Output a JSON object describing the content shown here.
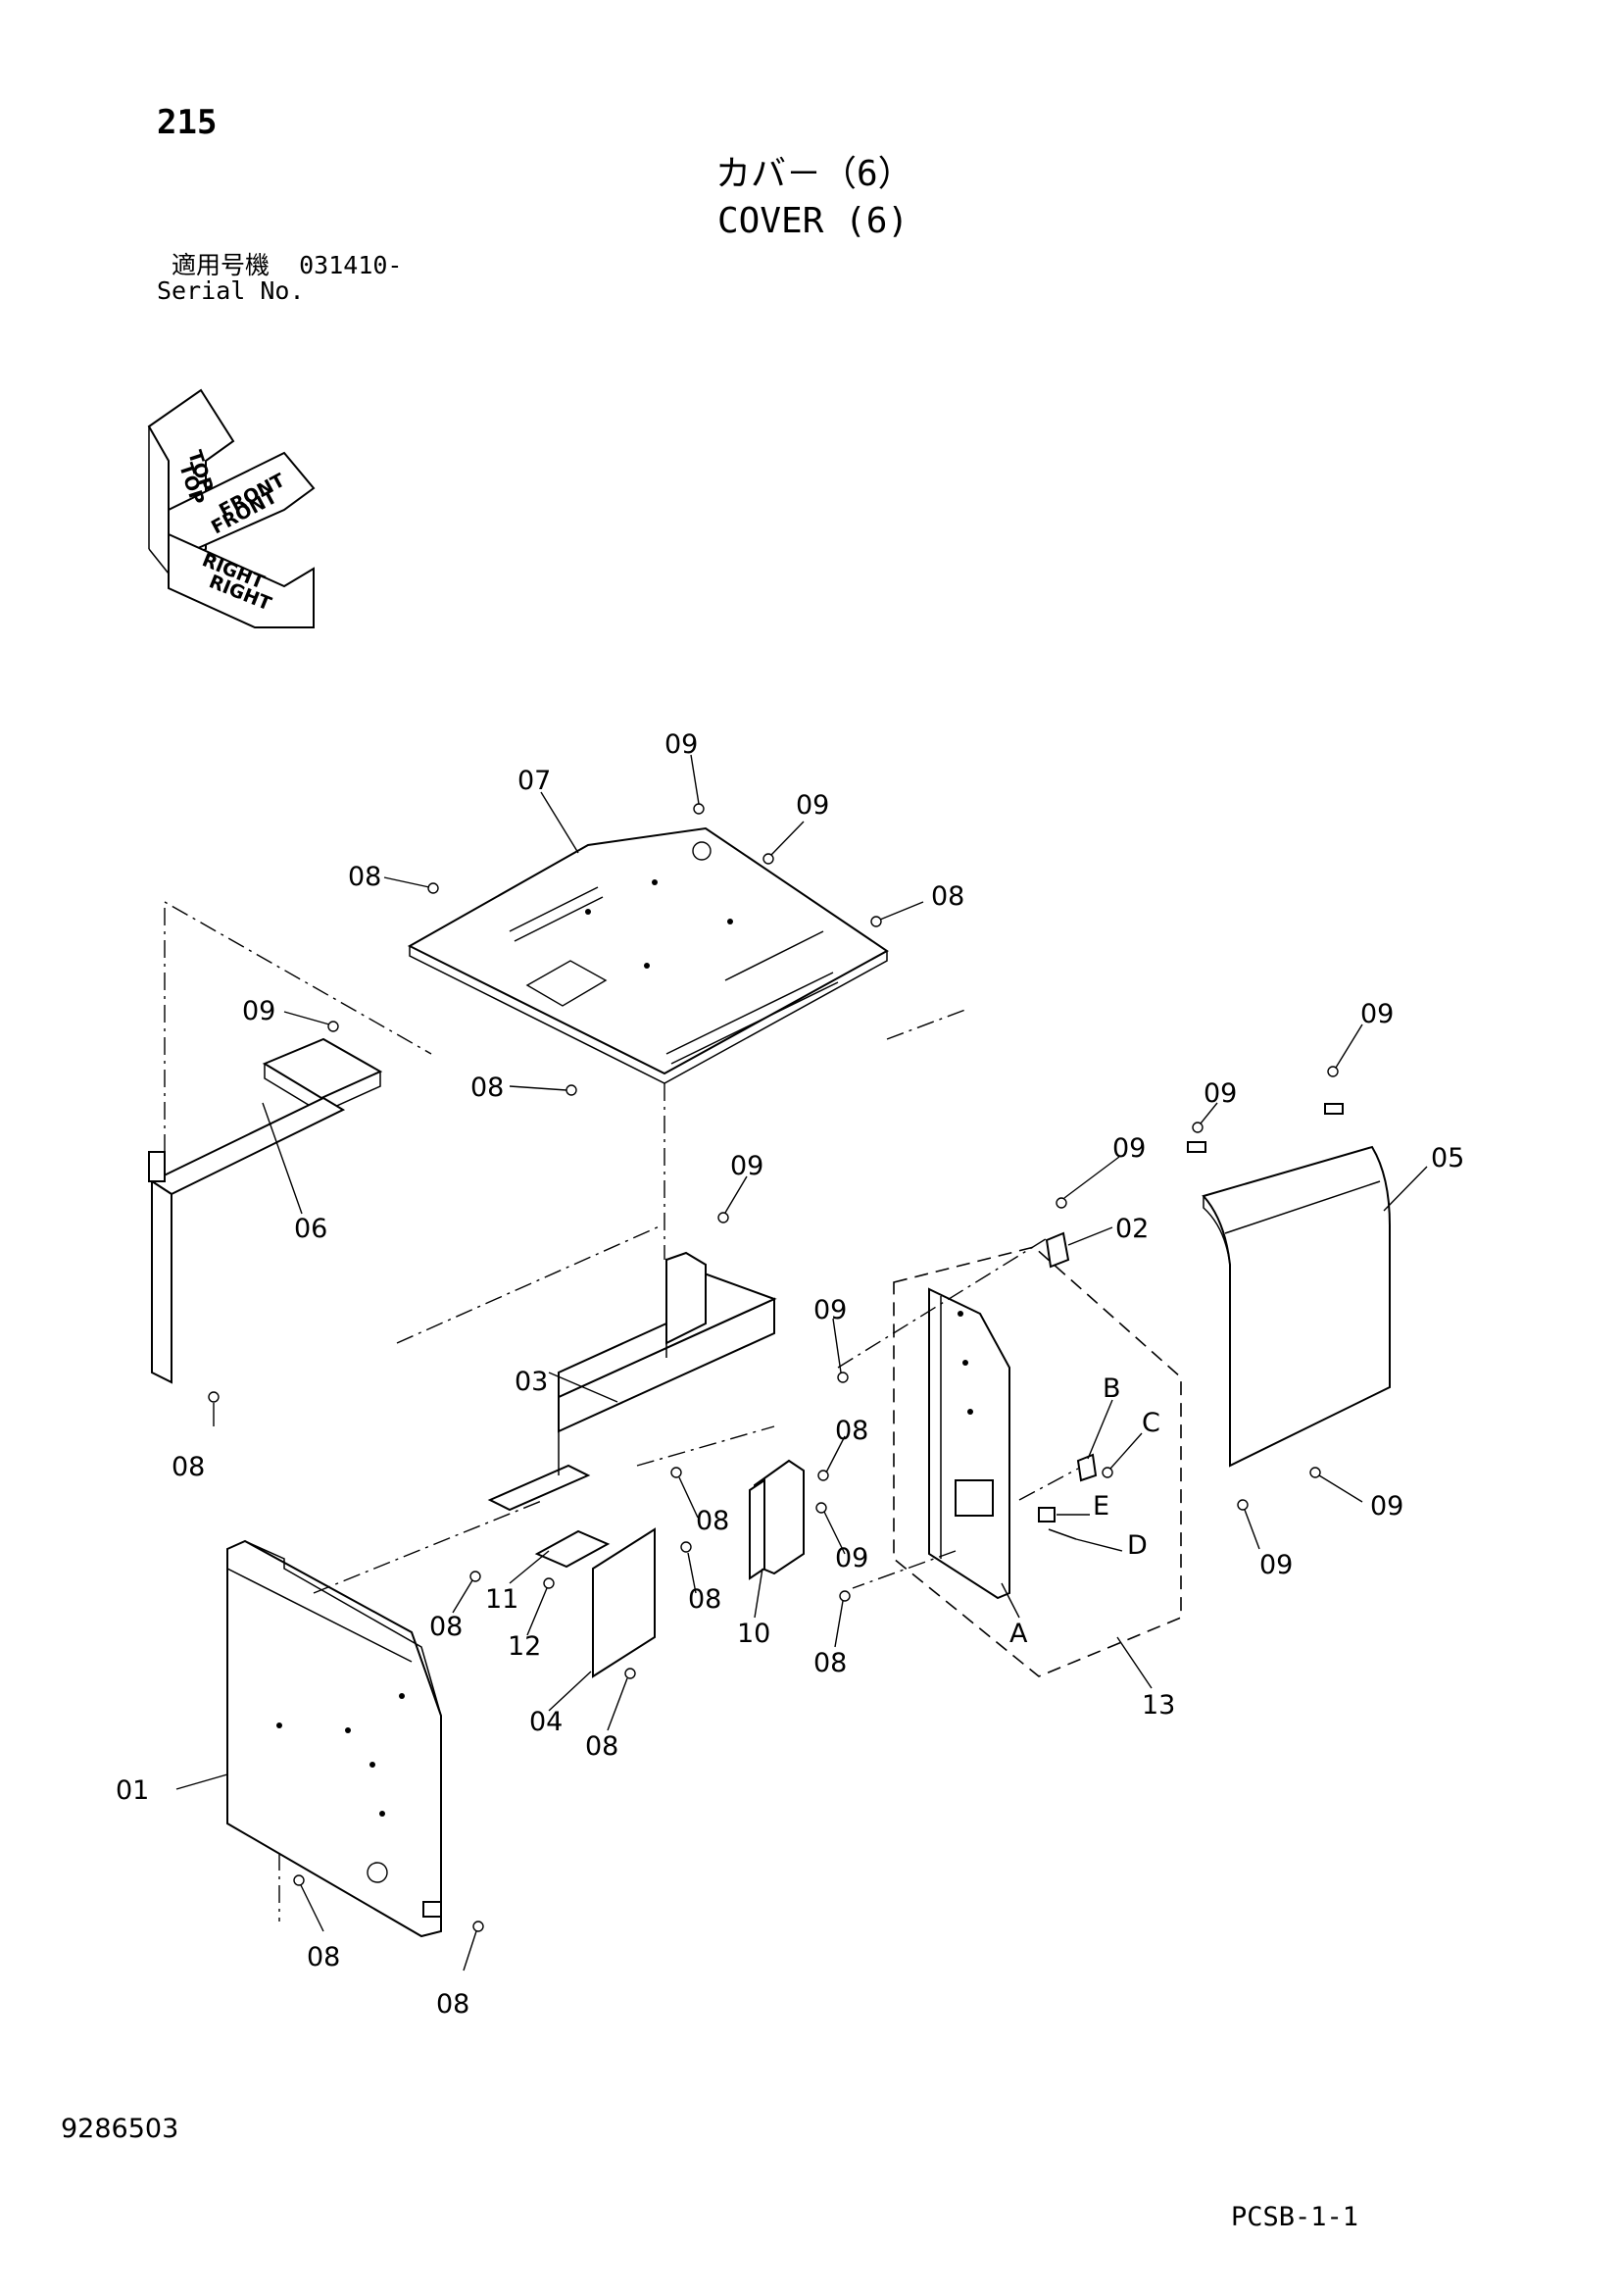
{
  "header": {
    "page_number": "215",
    "title_jp": "カバ－（6）",
    "title_en": "COVER (6)",
    "serial_label_jp": "適用号機",
    "serial_value": "031410-",
    "serial_label_en": "Serial No."
  },
  "orientation": {
    "top": "TOP",
    "front": "FRONT",
    "right": "RIGHT"
  },
  "callouts": {
    "p01": "01",
    "p02": "02",
    "p03": "03",
    "p04": "04",
    "p05": "05",
    "p06": "06",
    "p07": "07",
    "p08": "08",
    "p09": "09",
    "p10": "10",
    "p11": "11",
    "p12": "12",
    "p13": "13",
    "A": "A",
    "B": "B",
    "C": "C",
    "D": "D",
    "E": "E"
  },
  "footer": {
    "drawing_number": "9286503",
    "sheet_code": "PCSB-1-1"
  }
}
